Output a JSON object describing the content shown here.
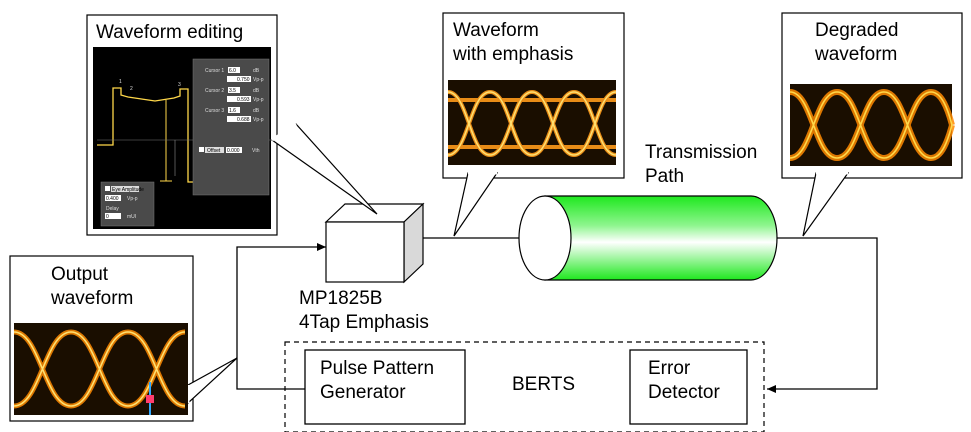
{
  "callouts": {
    "waveform_editing": {
      "title": "Waveform editing",
      "cursor_1": {
        "label": "Cursor 1",
        "value": "6.0",
        "unit": "dB",
        "amplitude": "0.750",
        "amp_unit": "Vp-p"
      },
      "cursor_2": {
        "label": "Cursor 2",
        "value": "3.5",
        "unit": "dB",
        "amplitude": "0.593",
        "amp_unit": "Vp-p"
      },
      "cursor_3": {
        "label": "Cursor 3",
        "value": "1.6",
        "unit": "dB",
        "amplitude": "0.688",
        "amp_unit": "Vp-p"
      },
      "offset": {
        "label": "Offset",
        "value": "0.000",
        "unit": "Vth"
      },
      "eye_amplitude": {
        "label": "Eye Amplitude",
        "value": "0.400",
        "unit": "Vp-p"
      },
      "delay": {
        "label": "Delay",
        "value": "0",
        "unit": "mUI"
      },
      "markers": [
        "1",
        "2",
        "3"
      ]
    },
    "emphasis": {
      "line1": "Waveform",
      "line2": "with emphasis"
    },
    "degraded": {
      "line1": "Degraded",
      "line2": "waveform"
    },
    "output": {
      "line1": "Output",
      "line2": "waveform"
    }
  },
  "blocks": {
    "emphasis_device": {
      "line1": "MP1825B",
      "line2": "4Tap Emphasis"
    },
    "transmission": {
      "line1": "Transmission",
      "line2": "Path"
    },
    "ppg": {
      "line1": "Pulse Pattern",
      "line2": "Generator"
    },
    "ed": {
      "line1": "Error",
      "line2": "Detector"
    },
    "berts": "BERTS"
  },
  "colors": {
    "cable_green": "#22ee22",
    "eye_orange": "#ff9a1a",
    "eye_yellow": "#ffd84a",
    "screen_bg": "#000000",
    "panel_grey": "#4a4a4a"
  }
}
